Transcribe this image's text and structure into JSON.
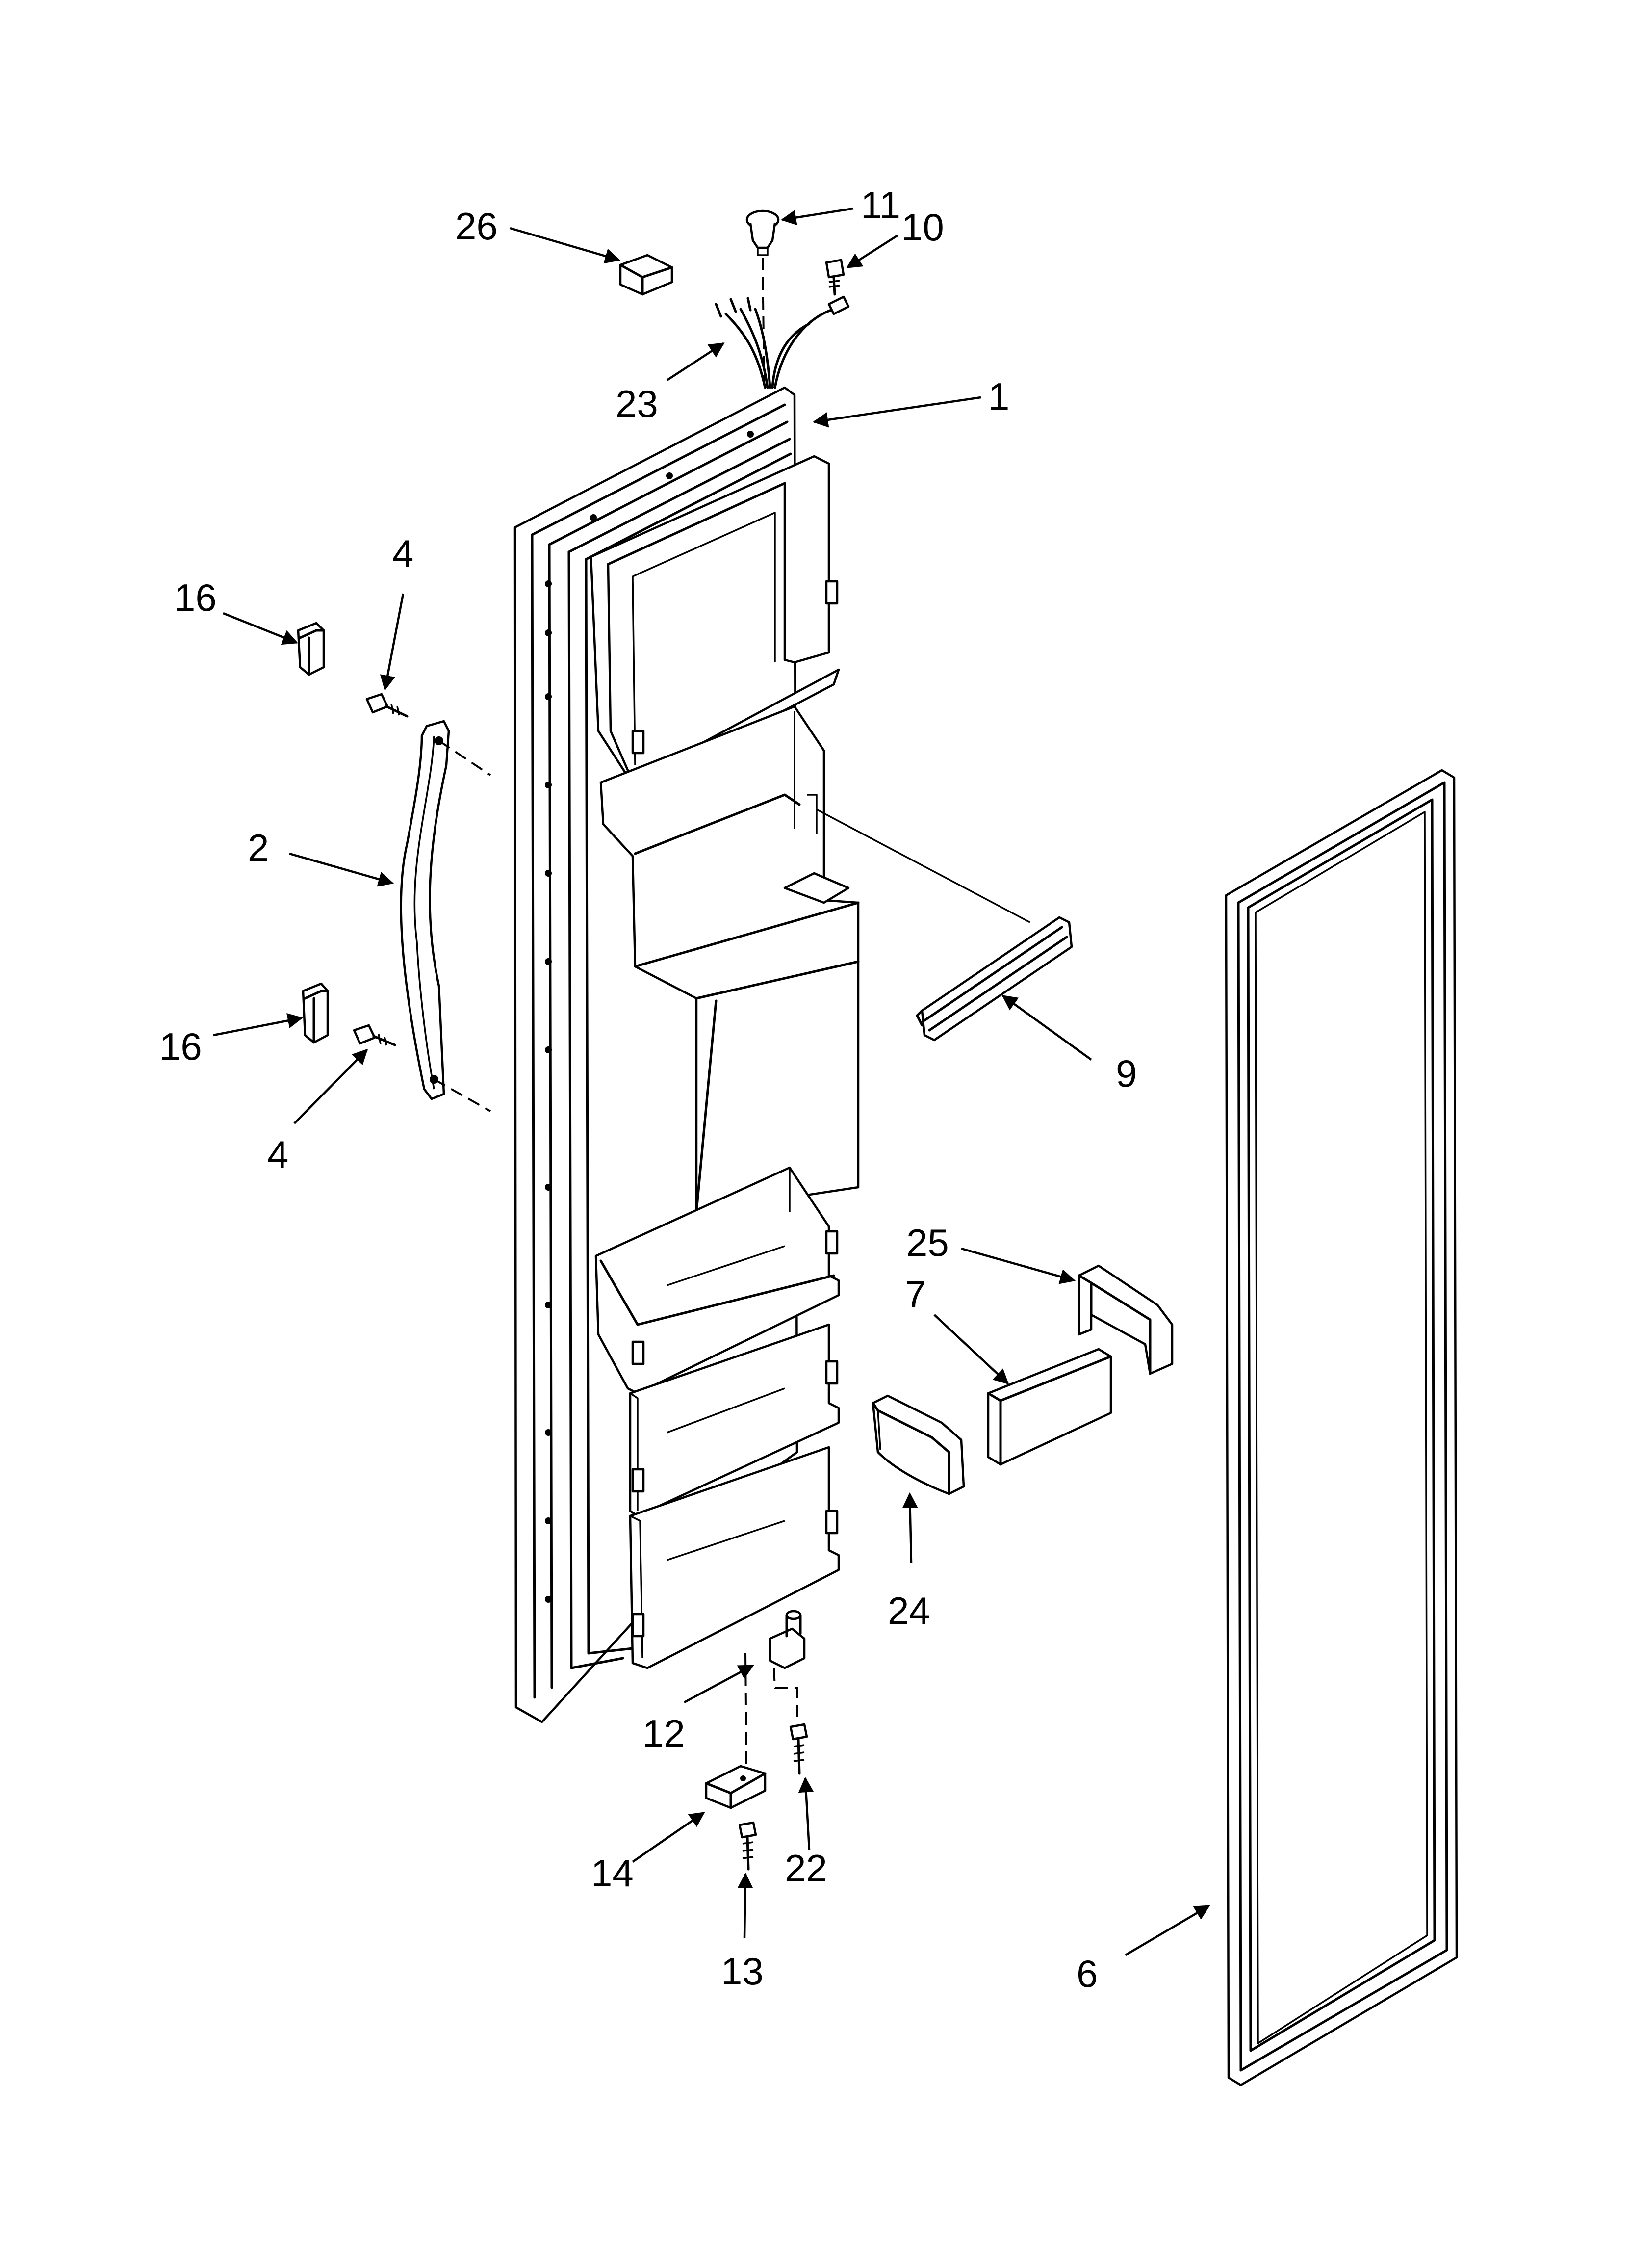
{
  "callouts": [
    {
      "id": "c26",
      "label": "26"
    },
    {
      "id": "c11",
      "label": "11"
    },
    {
      "id": "c10",
      "label": "10"
    },
    {
      "id": "c23",
      "label": "23"
    },
    {
      "id": "c1",
      "label": "1"
    },
    {
      "id": "c16a",
      "label": "16"
    },
    {
      "id": "c4a",
      "label": "4"
    },
    {
      "id": "c2",
      "label": "2"
    },
    {
      "id": "c16b",
      "label": "16"
    },
    {
      "id": "c4b",
      "label": "4"
    },
    {
      "id": "c9",
      "label": "9"
    },
    {
      "id": "c25",
      "label": "25"
    },
    {
      "id": "c7",
      "label": "7"
    },
    {
      "id": "c24",
      "label": "24"
    },
    {
      "id": "c12",
      "label": "12"
    },
    {
      "id": "c14",
      "label": "14"
    },
    {
      "id": "c22",
      "label": "22"
    },
    {
      "id": "c13",
      "label": "13"
    },
    {
      "id": "c6",
      "label": "6"
    }
  ],
  "colors": {
    "ink": "#000000",
    "paper": "#ffffff"
  }
}
